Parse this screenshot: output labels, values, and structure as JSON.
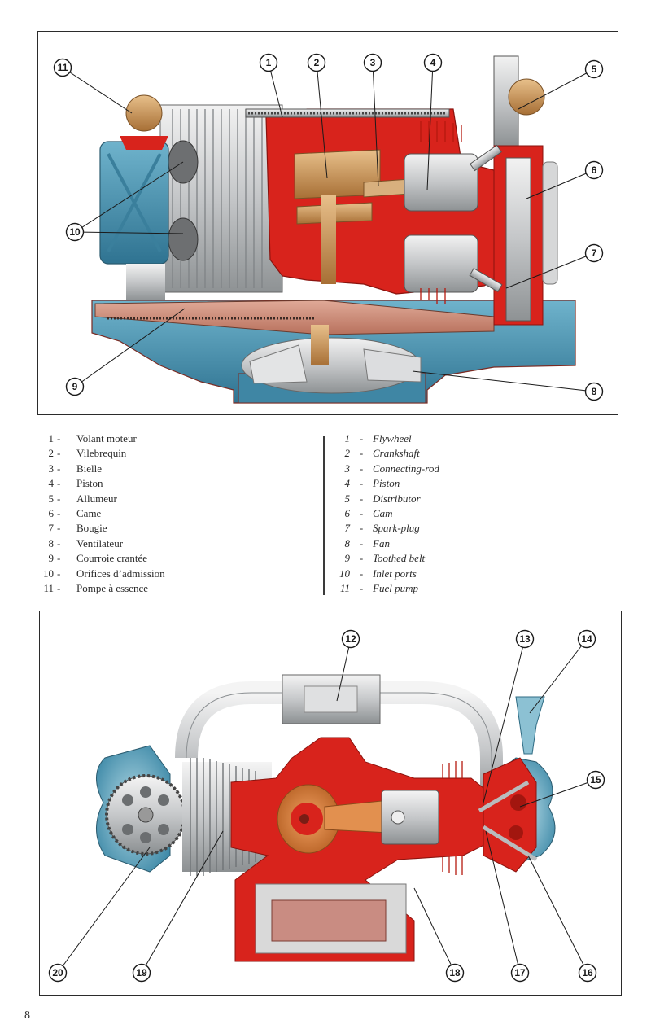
{
  "page_number": "8",
  "figure_top": {
    "description": "Cutaway side view of air-cooled flat-twin engine",
    "callouts": [
      "1",
      "2",
      "3",
      "4",
      "5",
      "6",
      "7",
      "8",
      "9",
      "10",
      "11"
    ]
  },
  "legend_french": {
    "items": [
      {
        "num": "1",
        "label": "Volant moteur"
      },
      {
        "num": "2",
        "label": "Vilebrequin"
      },
      {
        "num": "3",
        "label": "Bielle"
      },
      {
        "num": "4",
        "label": "Piston"
      },
      {
        "num": "5",
        "label": "Allumeur"
      },
      {
        "num": "6",
        "label": "Came"
      },
      {
        "num": "7",
        "label": "Bougie"
      },
      {
        "num": "8",
        "label": "Ventilateur"
      },
      {
        "num": "9",
        "label": "Courroie crantée"
      },
      {
        "num": "10",
        "label": "Orifices d’admission"
      },
      {
        "num": "11",
        "label": "Pompe à essence"
      }
    ]
  },
  "legend_english": {
    "items": [
      {
        "num": "1",
        "label": "Flywheel"
      },
      {
        "num": "2",
        "label": "Crankshaft"
      },
      {
        "num": "3",
        "label": "Connecting-rod"
      },
      {
        "num": "4",
        "label": "Piston"
      },
      {
        "num": "5",
        "label": "Distributor"
      },
      {
        "num": "6",
        "label": "Cam"
      },
      {
        "num": "7",
        "label": "Spark-plug"
      },
      {
        "num": "8",
        "label": "Fan"
      },
      {
        "num": "9",
        "label": "Toothed belt"
      },
      {
        "num": "10",
        "label": "Inlet ports"
      },
      {
        "num": "11",
        "label": "Fuel pump"
      }
    ]
  },
  "figure_bottom": {
    "description": "Cutaway top view of air-cooled flat-twin engine",
    "callouts": [
      "12",
      "13",
      "14",
      "15",
      "16",
      "17",
      "18",
      "19",
      "20"
    ]
  },
  "colors": {
    "section_red": "#d8231c",
    "casing_blue": "#4f97b3",
    "metal_grey": "#c9cbcc",
    "bronze": "#c9955a",
    "belt": "#c98a78"
  }
}
